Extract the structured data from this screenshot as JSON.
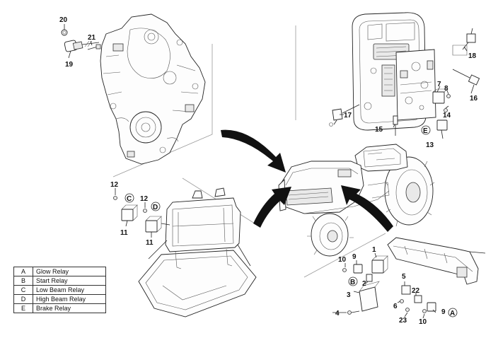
{
  "callouts": {
    "c20": "20",
    "c21": "21",
    "c19": "19",
    "c18": "18",
    "c7": "7",
    "c8": "8",
    "c16": "16",
    "c14": "14",
    "c17": "17",
    "c15": "15",
    "c13": "13",
    "cE_top": "E",
    "c12a": "12",
    "c12b": "12",
    "cC": "C",
    "cD": "D",
    "c11a": "11",
    "c11b": "11",
    "c1": "1",
    "c9a": "9",
    "c10a": "10",
    "cB": "B",
    "c2": "2",
    "c3": "3",
    "c5": "5",
    "c22": "22",
    "c6": "6",
    "c4": "4",
    "c23": "23",
    "c10b": "10",
    "c9b": "9",
    "cA": "A"
  },
  "legend": [
    {
      "code": "A",
      "label": "Glow Relay"
    },
    {
      "code": "B",
      "label": "Start Relay"
    },
    {
      "code": "C",
      "label": "Low Beam Relay"
    },
    {
      "code": "D",
      "label": "High Beam Relay"
    },
    {
      "code": "E",
      "label": "Brake Relay"
    }
  ]
}
